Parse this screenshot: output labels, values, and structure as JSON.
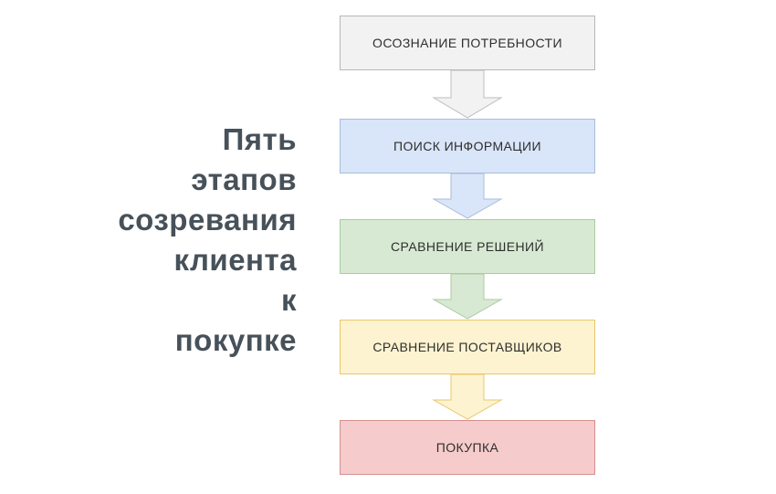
{
  "background": "#ffffff",
  "title": {
    "text": "Пять\nэтапов\nсозревания\nклиента\nк\nпокупке",
    "color": "#47515a"
  },
  "stages": [
    {
      "label": "ОСОЗНАНИЕ ПОТРЕБНОСТИ",
      "fill": "#f2f2f2",
      "border": "#b7b7b7"
    },
    {
      "label": "ПОИСК ИНФОРМАЦИИ",
      "fill": "#d9e5f8",
      "border": "#a9bdd9"
    },
    {
      "label": "СРАВНЕНИЕ РЕШЕНИЙ",
      "fill": "#d7e9d2",
      "border": "#abcaa1"
    },
    {
      "label": "СРАВНЕНИЕ ПОСТАВЩИКОВ",
      "fill": "#fdf3d0",
      "border": "#e9c76a"
    },
    {
      "label": "ПОКУПКА",
      "fill": "#f6cbcb",
      "border": "#d48f8f"
    }
  ],
  "arrows": [
    {
      "direction": "down",
      "fill": "#f2f2f2",
      "stroke": "#bdbdbd"
    },
    {
      "direction": "down",
      "fill": "#d9e5f8",
      "stroke": "#a9bdd9"
    },
    {
      "direction": "down",
      "fill": "#d7e9d2",
      "stroke": "#abcaa1"
    },
    {
      "direction": "down",
      "fill": "#fdf3d0",
      "stroke": "#e9c76a"
    }
  ],
  "stage_text_color": "#2e2e2e"
}
